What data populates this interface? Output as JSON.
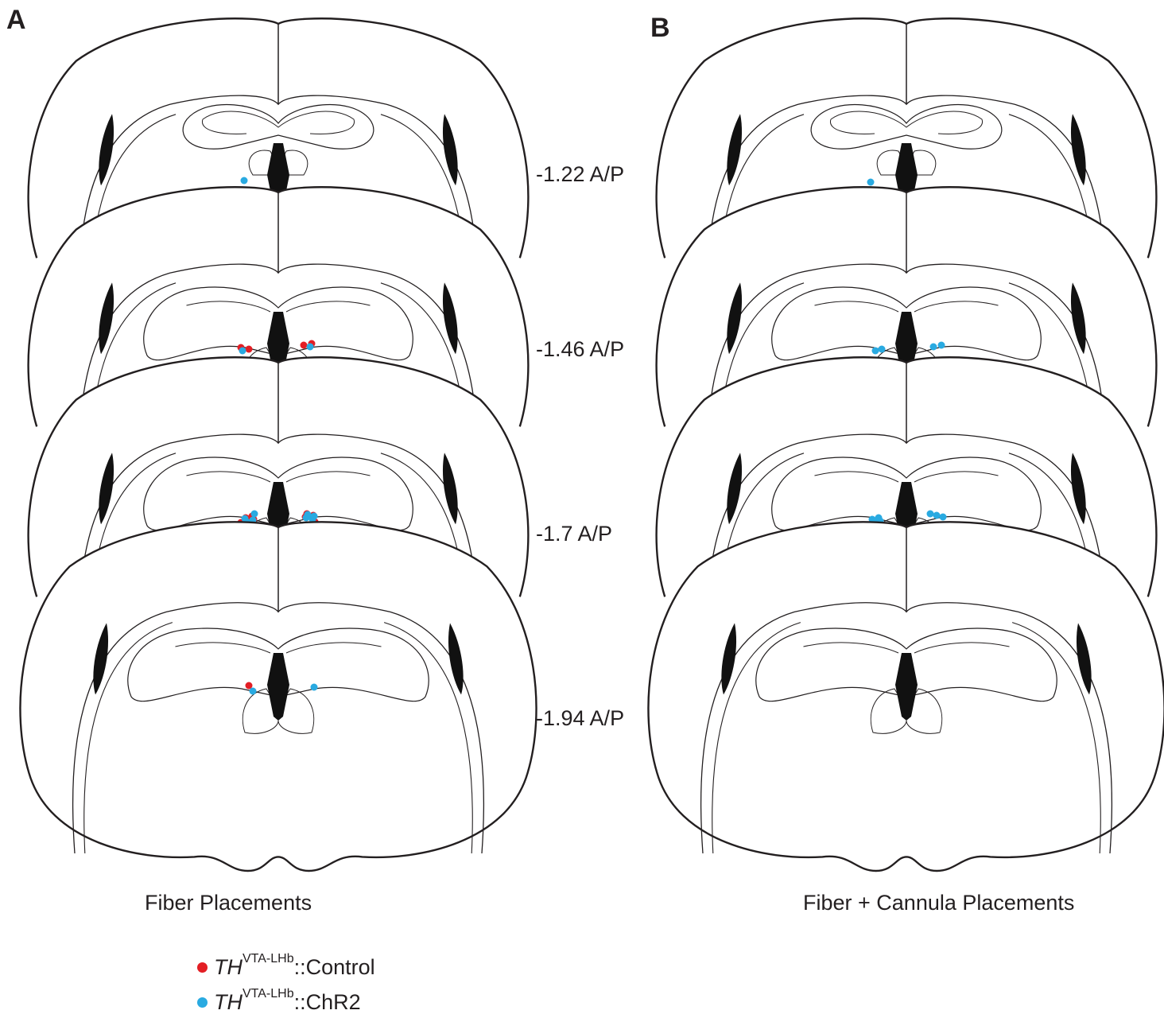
{
  "panels": [
    {
      "letter": "A",
      "caption": "Fiber Placements"
    },
    {
      "letter": "B",
      "caption": "Fiber + Cannula Placements"
    }
  ],
  "ap_labels": [
    "-1.22 A/P",
    "-1.46 A/P",
    "-1.7 A/P",
    "-1.94 A/P"
  ],
  "legend": [
    {
      "gene": "TH",
      "superscript": "VTA-LHb",
      "suffix": "::Control",
      "color": "#e31e24"
    },
    {
      "gene": "TH",
      "superscript": "VTA-LHb",
      "suffix": "::ChR2",
      "color": "#29aae1"
    }
  ],
  "placement_counts": {
    "A": {
      "-1.22": {
        "control": 0,
        "chr2": 1
      },
      "-1.46": {
        "control": 4,
        "chr2": 2
      },
      "-1.7": {
        "control": 9,
        "chr2": 8
      },
      "-1.94": {
        "control": 1,
        "chr2": 2
      }
    },
    "B": {
      "-1.22": {
        "control": 0,
        "chr2": 1
      },
      "-1.46": {
        "control": 0,
        "chr2": 4
      },
      "-1.7": {
        "control": 0,
        "chr2": 7
      },
      "-1.94": {
        "control": 0,
        "chr2": 0
      }
    }
  },
  "colors": {
    "outline": "#231f20",
    "ventricle": "#111111",
    "control": "#e31e24",
    "chr2": "#29aae1"
  }
}
